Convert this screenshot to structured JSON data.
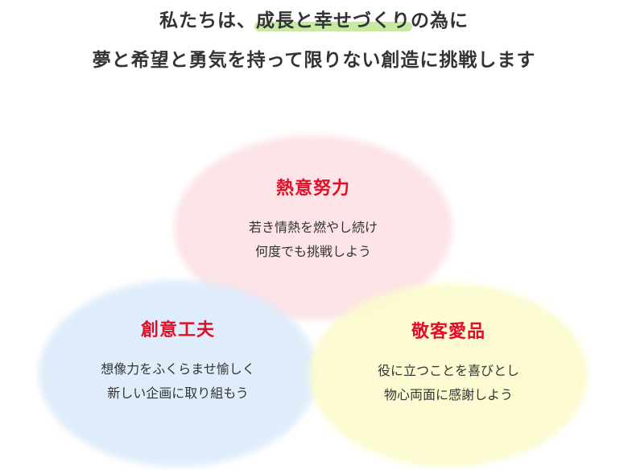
{
  "headline": {
    "line1_before": "私たちは、",
    "line1_highlight": "成長と幸せづくり",
    "line1_after": "の為に",
    "line2": "夢と希望と勇気を持って限りない創造に挑戦します"
  },
  "circles": {
    "top": {
      "title": "熱意努力",
      "line1": "若き情熱を燃やし続け",
      "line2": "何度でも挑戦しよう"
    },
    "left": {
      "title": "創意工夫",
      "line1": "想像力をふくらませ愉しく",
      "line2": "新しい企画に取り組もう"
    },
    "right": {
      "title": "敬客愛品",
      "line1": "役に立つことを喜びとし",
      "line2": "物心両面に感謝しよう"
    }
  },
  "colors": {
    "title_red": "#e00f28",
    "highlight_green": "#c6e9a4",
    "circle_pink": "#fddee0",
    "circle_blue": "#dbebfb",
    "circle_yellow": "#fcfacb"
  }
}
